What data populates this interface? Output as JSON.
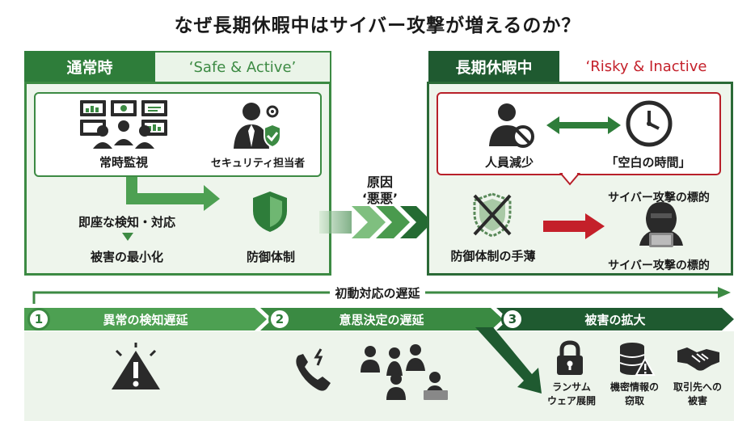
{
  "title": "なぜ長期休暇中はサイバー攻撃が増えるのか？",
  "normal": {
    "tab": "通常時",
    "subtitle": "‘Safe & Active’",
    "monitoring": "常時監視",
    "security_staff": "セキュリティ担当者",
    "detect": "即座な検知・対応",
    "minimize": "被害の最小化",
    "defense": "防御体制"
  },
  "cause": {
    "line1": "原因",
    "line2": "‘悪悪’"
  },
  "vacation": {
    "tab": "長期休暇中",
    "subtitle": "‘Risky & Inactive",
    "staff_reduction": "人員減少",
    "blank_time": "「空白の時間」",
    "target_top": "サイバー攻撃の標的",
    "weak_defense": "防御体制の手薄",
    "target_bottom": "サイバー攻撃の標的"
  },
  "timeline": {
    "label": "初動対応の遅延",
    "steps": [
      {
        "number": "1",
        "label": "異常の検知遅延"
      },
      {
        "number": "2",
        "label": "意思決定の遅延"
      },
      {
        "number": "3",
        "label": "被害の拡大"
      }
    ],
    "damages": [
      {
        "line1": "ランサム",
        "line2": "ウェア展開"
      },
      {
        "line1": "機密情報の",
        "line2": "窃取"
      },
      {
        "line1": "取引先への",
        "line2": "被害"
      }
    ]
  },
  "colors": {
    "green": "#3c8a43",
    "dark_green": "#1f5a30",
    "red": "#c4202a",
    "light_green": "#eef5ec"
  }
}
